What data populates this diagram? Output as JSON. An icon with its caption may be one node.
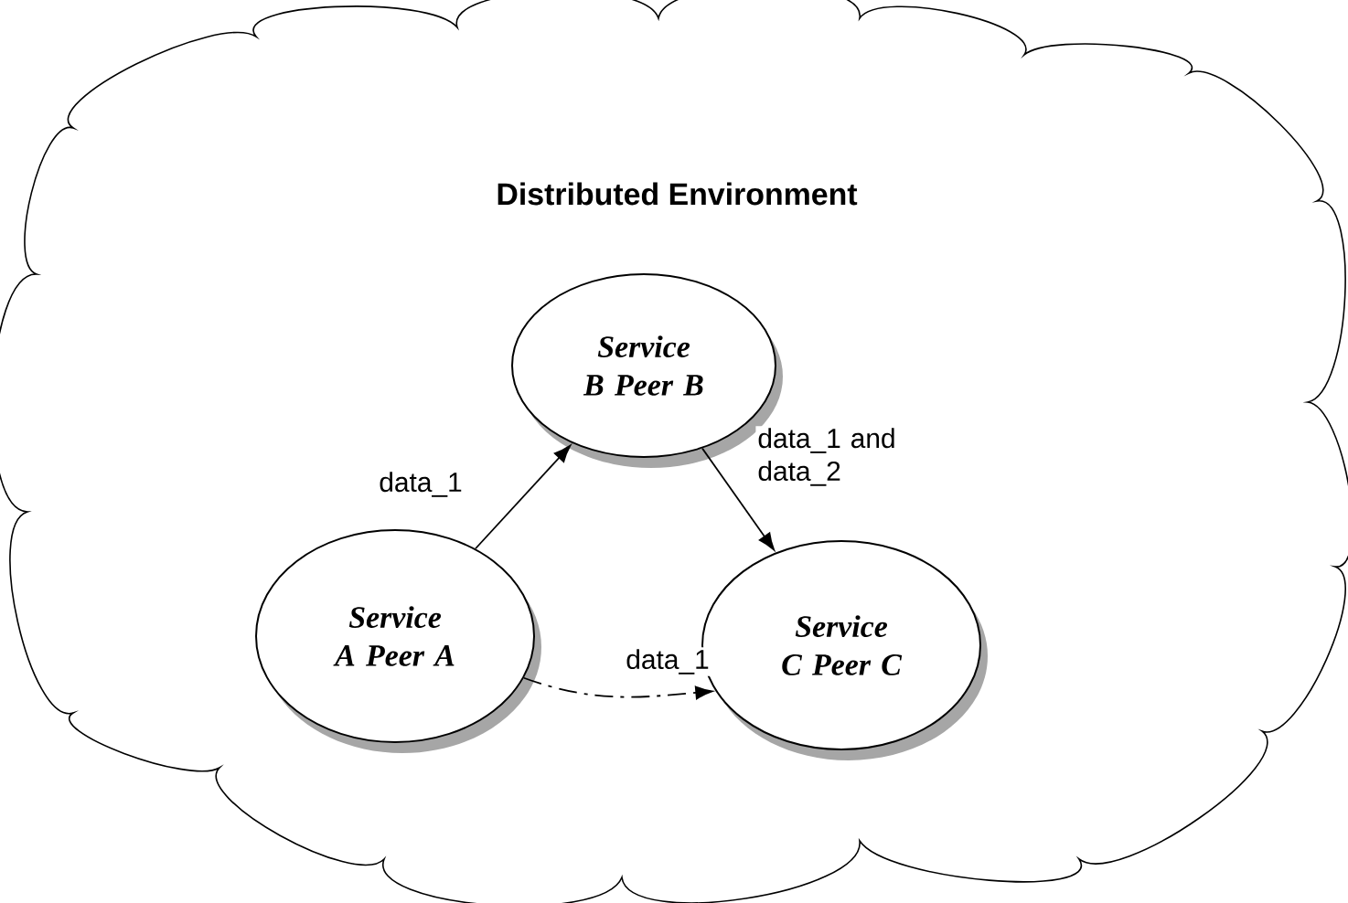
{
  "diagram": {
    "nodes": [
      {
        "text": [
          "Distributed Environment"
        ]
      },
      {
        "text": [
          "Service B Peer B"
        ],
        "in": 0
      },
      {
        "text": [
          "Service A Peer A"
        ],
        "in": 0
      },
      {
        "text": [
          "Service C Peer C"
        ],
        "in": 0
      }
    ],
    "edges": [
      {
        "from": 2,
        "to": 1,
        "arrow": "to",
        "label": "data_1"
      },
      {
        "from": 1,
        "to": 3,
        "arrow": "to",
        "label": "data_1 and data_2"
      },
      {
        "from": 2,
        "to": 3,
        "arrow": "to",
        "label": "data_1",
        "style": "dashed"
      }
    ]
  }
}
